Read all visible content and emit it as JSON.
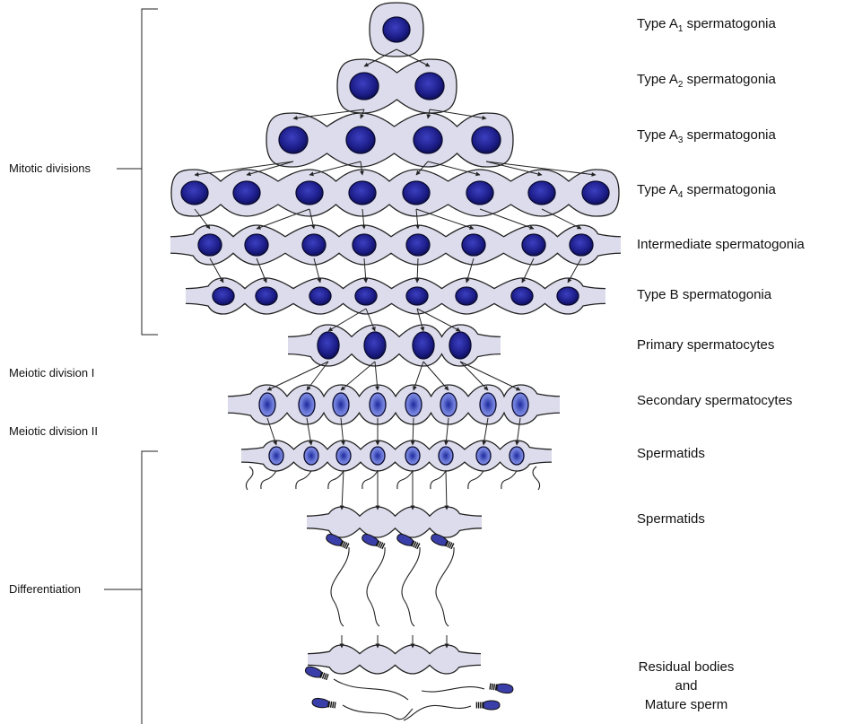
{
  "stages": [
    {
      "prefix": "Type A",
      "sub": "1",
      "suffix": " spermatogonia"
    },
    {
      "prefix": "Type A",
      "sub": "2",
      "suffix": " spermatogonia"
    },
    {
      "prefix": "Type A",
      "sub": "3",
      "suffix": " spermatogonia"
    },
    {
      "prefix": "Type A",
      "sub": "4",
      "suffix": " spermatogonia"
    },
    {
      "prefix": "Intermediate spermatogonia",
      "sub": "",
      "suffix": ""
    },
    {
      "prefix": "Type B spermatogonia",
      "sub": "",
      "suffix": ""
    },
    {
      "prefix": "Primary spermatocytes",
      "sub": "",
      "suffix": ""
    },
    {
      "prefix": "Secondary spermatocytes",
      "sub": "",
      "suffix": ""
    },
    {
      "prefix": "Spermatids",
      "sub": "",
      "suffix": ""
    },
    {
      "prefix": "Spermatids",
      "sub": "",
      "suffix": ""
    }
  ],
  "final_stage": {
    "line1": "Residual bodies",
    "line2": "and",
    "line3": "Mature sperm"
  },
  "phases": {
    "mitotic": "Mitotic divisions",
    "meiotic1": "Meiotic division I",
    "meiotic2": "Meiotic division II",
    "differentiation": "Differentiation"
  },
  "colors": {
    "cytoplasm": "#dcdcec",
    "nucleus_dark": "#1e1f8f",
    "nucleus_light": "#5a63c4",
    "outline": "#222222"
  }
}
